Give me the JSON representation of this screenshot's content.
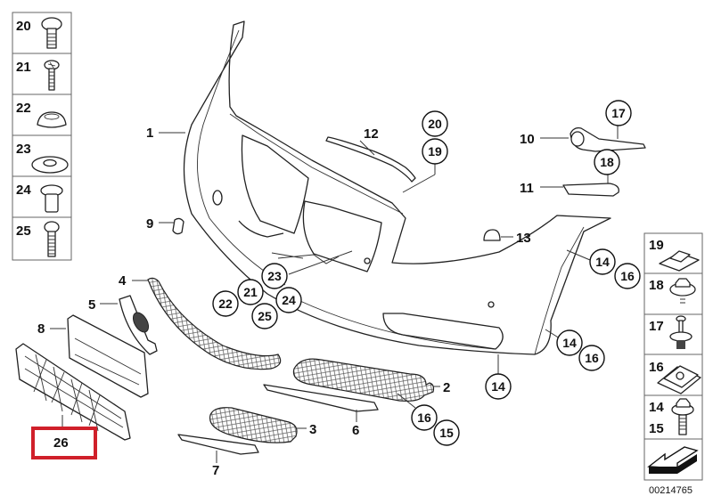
{
  "diagram": {
    "title": "Front bumper trim panel – exploded parts diagram",
    "reference_number": "00214765",
    "highlight_color": "#d0202a",
    "highlighted_part": "26",
    "callouts": {
      "p1": "1",
      "p2": "2",
      "p3": "3",
      "p4": "4",
      "p5": "5",
      "p6": "6",
      "p7": "7",
      "p8": "8",
      "p9": "9",
      "p10": "10",
      "p11": "11",
      "p12": "12",
      "p13": "13",
      "p26": "26"
    },
    "circled_callouts": {
      "c17": "17",
      "c18": "18",
      "c20": "20",
      "c19": "19",
      "c23": "23",
      "c21": "21",
      "c22": "22",
      "c24": "24",
      "c25": "25",
      "c14a": "14",
      "c16a": "16",
      "c14b": "14",
      "c16b": "16",
      "c14c": "14",
      "c16c": "16",
      "c15c": "15"
    },
    "left_legend": [
      {
        "number": "20",
        "icon": "screw-round-head-icon"
      },
      {
        "number": "21",
        "icon": "screw-phillips-icon"
      },
      {
        "number": "22",
        "icon": "cap-plug-icon"
      },
      {
        "number": "23",
        "icon": "washer-icon"
      },
      {
        "number": "24",
        "icon": "spacer-sleeve-icon"
      },
      {
        "number": "25",
        "icon": "screw-long-icon"
      }
    ],
    "right_legend": [
      {
        "number": "19",
        "icon": "square-nut-clip-icon"
      },
      {
        "number": "18",
        "icon": "hex-collar-screw-icon"
      },
      {
        "number": "17",
        "icon": "expanding-rivet-icon"
      },
      {
        "number": "16",
        "icon": "spring-nut-icon"
      },
      {
        "number": "14",
        "number2": "15",
        "icon": "hex-screw-icon"
      },
      {
        "number": "",
        "icon": "front-direction-arrow-icon"
      }
    ]
  }
}
